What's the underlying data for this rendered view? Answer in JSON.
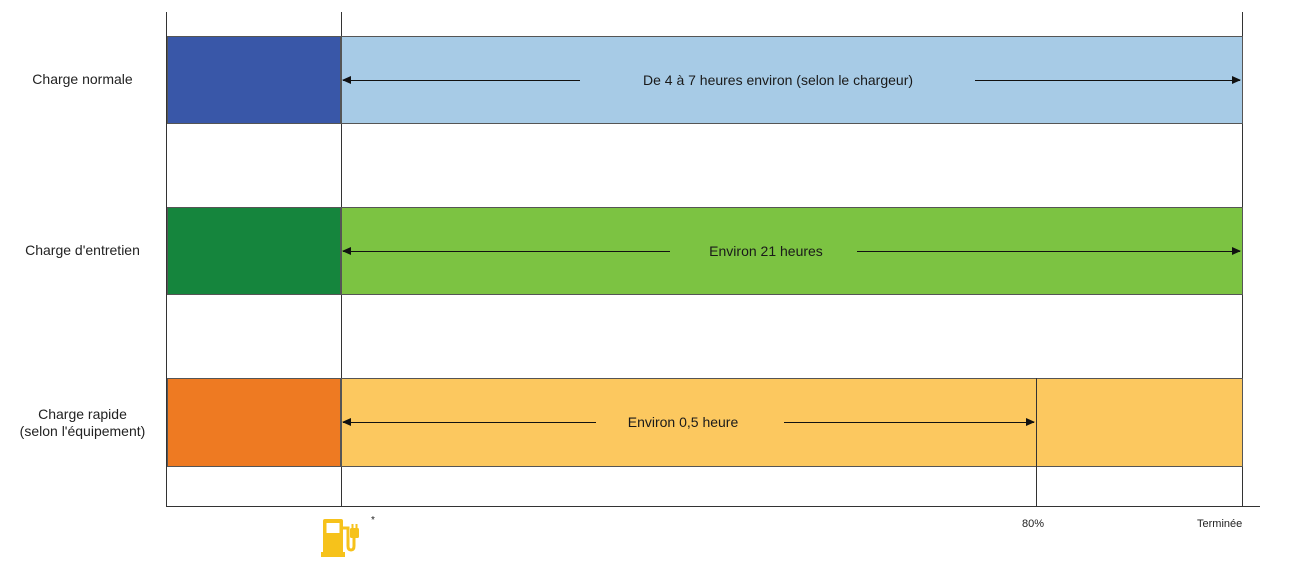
{
  "rows": [
    {
      "id": "normal",
      "label": "Charge normale",
      "duration_text": "De 4 à 7 heures environ (selon le chargeur)",
      "start_color": "#3957a8",
      "bar_color": "#a7cbe6",
      "end_marker": "Terminée"
    },
    {
      "id": "entretien",
      "label": "Charge d'entretien",
      "duration_text": "Environ 21 heures",
      "start_color": "#15853d",
      "bar_color": "#7cc342",
      "end_marker": "Terminée"
    },
    {
      "id": "rapide",
      "label": "Charge rapide\n(selon l'équipement)",
      "duration_text": "Environ 0,5 heure",
      "start_color": "#ee7a22",
      "bar_color": "#fcc85f",
      "end_marker": "80%"
    }
  ],
  "axis": {
    "start_icon": "charging-pump-icon",
    "start_footnote": "*",
    "markers": [
      "80%",
      "Terminée"
    ]
  },
  "colors": {
    "icon": "#f6c21b",
    "lines": "#333333"
  }
}
